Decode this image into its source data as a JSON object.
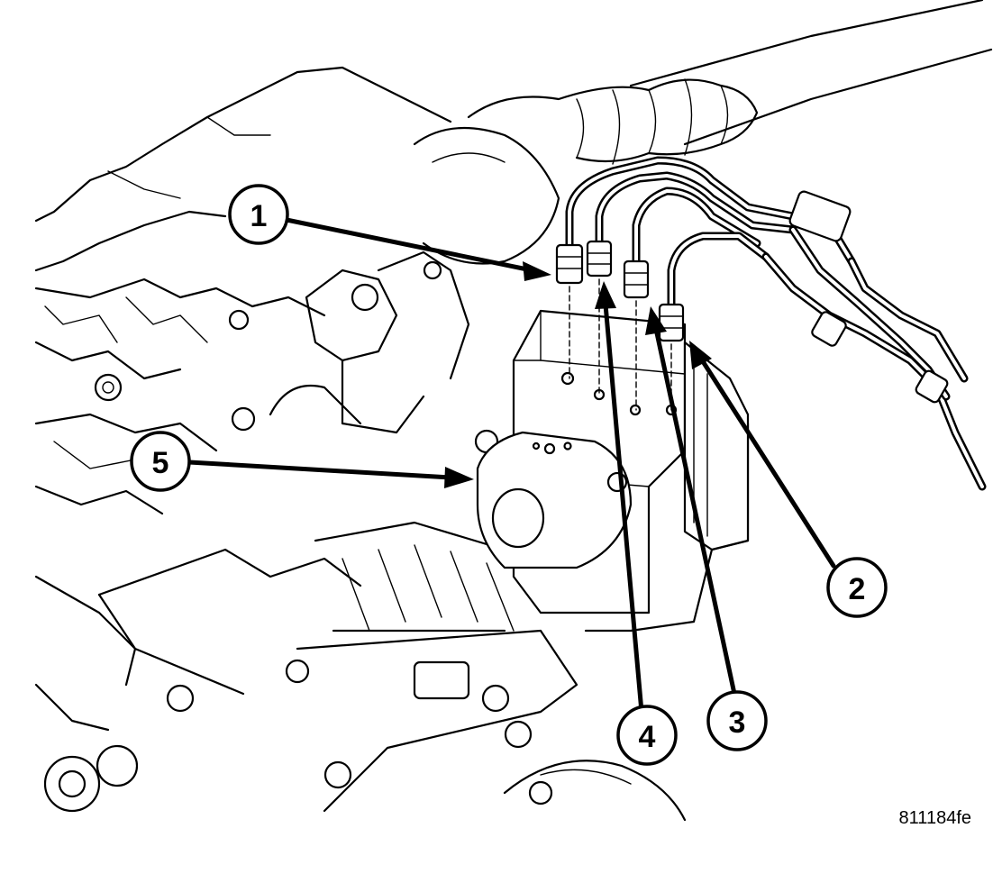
{
  "figure": {
    "code": "811184fe",
    "callouts": [
      {
        "id": "callout-1",
        "number": "1"
      },
      {
        "id": "callout-2",
        "number": "2"
      },
      {
        "id": "callout-3",
        "number": "3"
      },
      {
        "id": "callout-4",
        "number": "4"
      },
      {
        "id": "callout-5",
        "number": "5"
      }
    ]
  },
  "colors": {
    "line": "#000000",
    "background": "#ffffff"
  }
}
